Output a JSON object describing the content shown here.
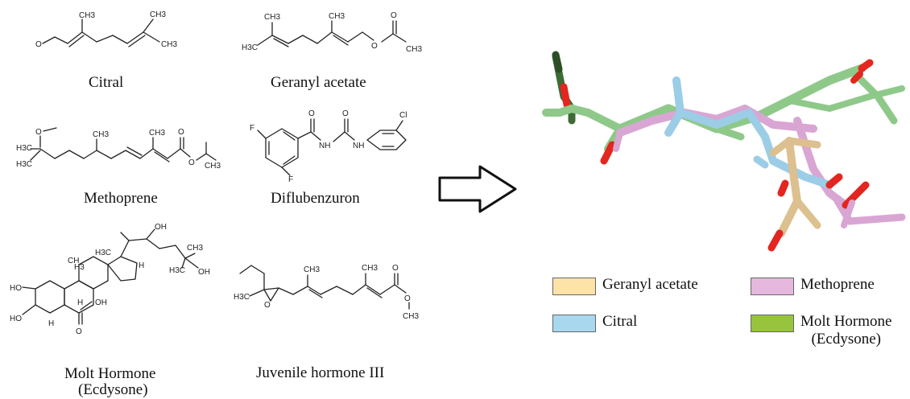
{
  "molecules": {
    "citral": {
      "name": "Citral"
    },
    "geranyl_acetate": {
      "name": "Geranyl acetate"
    },
    "methoprene": {
      "name": "Methoprene"
    },
    "diflubenzuron": {
      "name": "Diflubenzuron"
    },
    "ecdysone": {
      "name_line1": "Molt Hormone",
      "name_line2": "(Ecdysone)"
    },
    "jh3": {
      "name": "Juvenile hormone III"
    }
  },
  "atoms": {
    "O": "O",
    "CH3": "CH3",
    "H3C": "H3C",
    "F": "F",
    "Cl": "Cl",
    "NH": "NH",
    "OH": "OH",
    "HO": "HO",
    "H": "H",
    "CH": "CH",
    "H3": "H3"
  },
  "legend": {
    "items": [
      {
        "label": "Geranyl acetate",
        "color": "#fde3a7"
      },
      {
        "label": "Methoprene",
        "color": "#e6b8dd"
      },
      {
        "label": "Citral",
        "color": "#a9d8ee"
      },
      {
        "label_line1": "Molt Hormone",
        "label_line2": "(Ecdysone)",
        "color": "#97c43c"
      }
    ]
  },
  "colors": {
    "oxygen": "#e3261f",
    "carbon_green": "#8fc98a",
    "carbon_pink": "#d9a6d4",
    "carbon_blue": "#9ccde6",
    "carbon_tan": "#dcc08f",
    "dark_green": "#3f6b36"
  }
}
